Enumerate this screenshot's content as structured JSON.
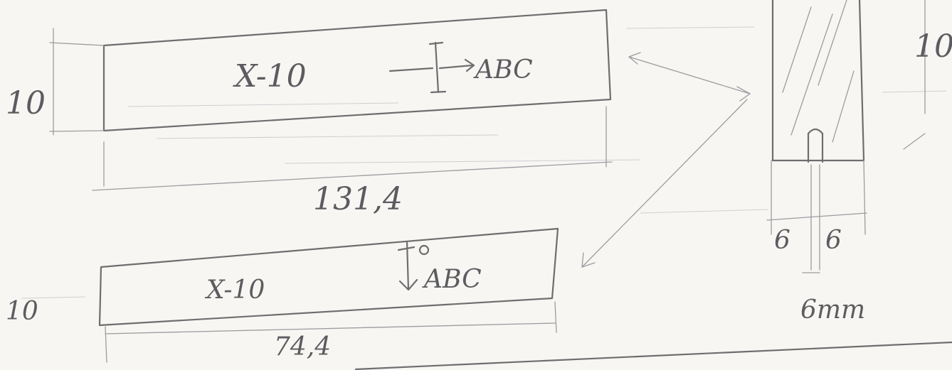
{
  "panels": {
    "top_bar": {
      "label": "X-10",
      "text_sample": "ABC",
      "height_dim": "10",
      "width_dim": "131,4"
    },
    "bottom_bar": {
      "label": "X-10",
      "text_sample": "ABC",
      "height_dim": "10",
      "width_dim": "74,4"
    },
    "side_section": {
      "height_dim": "10",
      "left_dim": "6",
      "right_dim": "6",
      "slot_dim": "6mm"
    }
  },
  "colors": {
    "paper": "#f7f6f3",
    "pencil": "#6e6e70"
  }
}
